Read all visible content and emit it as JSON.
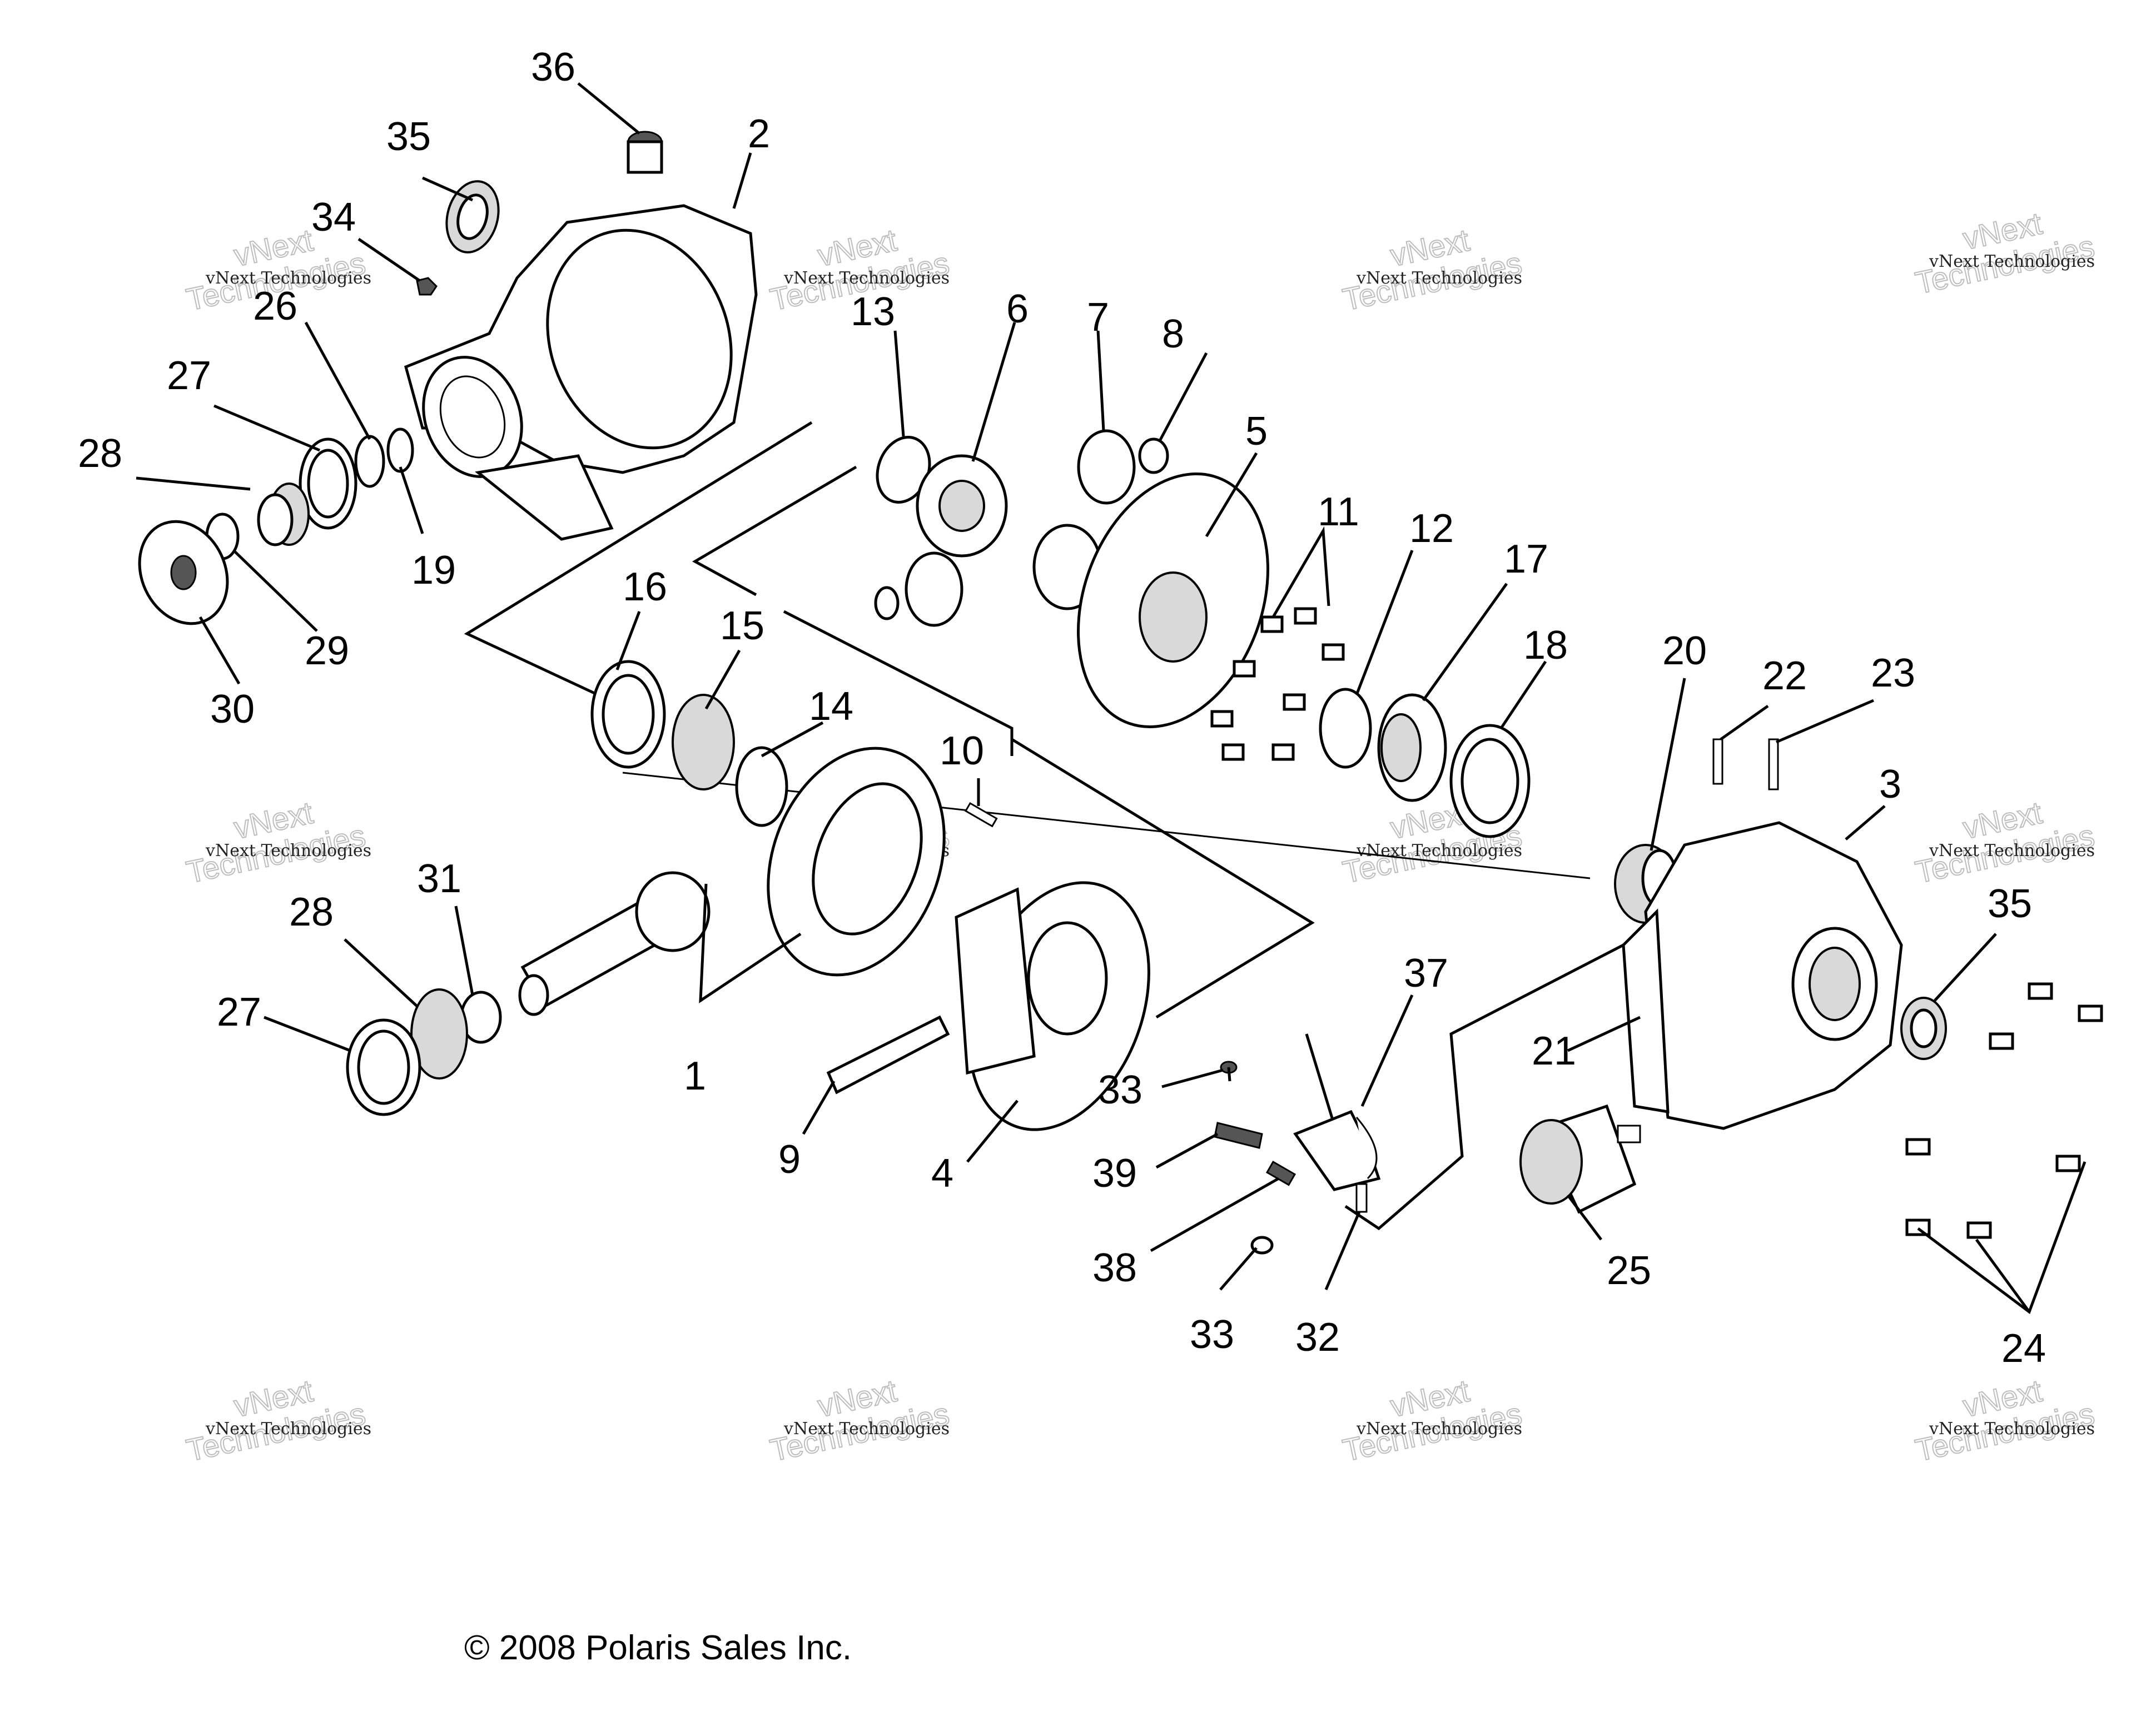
{
  "colors": {
    "line": "#000000",
    "background": "#ffffff",
    "watermark": "#bdbdbd"
  },
  "callouts": [
    {
      "id": "c1",
      "label": "1"
    },
    {
      "id": "c2",
      "label": "2"
    },
    {
      "id": "c3",
      "label": "3"
    },
    {
      "id": "c4",
      "label": "4"
    },
    {
      "id": "c5",
      "label": "5"
    },
    {
      "id": "c6",
      "label": "6"
    },
    {
      "id": "c7",
      "label": "7"
    },
    {
      "id": "c8",
      "label": "8"
    },
    {
      "id": "c9",
      "label": "9"
    },
    {
      "id": "c10",
      "label": "10"
    },
    {
      "id": "c11",
      "label": "11"
    },
    {
      "id": "c12",
      "label": "12"
    },
    {
      "id": "c13",
      "label": "13"
    },
    {
      "id": "c14",
      "label": "14"
    },
    {
      "id": "c15",
      "label": "15"
    },
    {
      "id": "c16",
      "label": "16"
    },
    {
      "id": "c17",
      "label": "17"
    },
    {
      "id": "c18",
      "label": "18"
    },
    {
      "id": "c19",
      "label": "19"
    },
    {
      "id": "c20",
      "label": "20"
    },
    {
      "id": "c21",
      "label": "21"
    },
    {
      "id": "c22",
      "label": "22"
    },
    {
      "id": "c23",
      "label": "23"
    },
    {
      "id": "c24",
      "label": "24"
    },
    {
      "id": "c25",
      "label": "25"
    },
    {
      "id": "c26",
      "label": "26"
    },
    {
      "id": "c27a",
      "label": "27"
    },
    {
      "id": "c27b",
      "label": "27"
    },
    {
      "id": "c28a",
      "label": "28"
    },
    {
      "id": "c28b",
      "label": "28"
    },
    {
      "id": "c29",
      "label": "29"
    },
    {
      "id": "c30",
      "label": "30"
    },
    {
      "id": "c31",
      "label": "31"
    },
    {
      "id": "c32",
      "label": "32"
    },
    {
      "id": "c33a",
      "label": "33"
    },
    {
      "id": "c33b",
      "label": "33"
    },
    {
      "id": "c34",
      "label": "34"
    },
    {
      "id": "c35a",
      "label": "35"
    },
    {
      "id": "c35b",
      "label": "35"
    },
    {
      "id": "c36",
      "label": "36"
    },
    {
      "id": "c37",
      "label": "37"
    },
    {
      "id": "c38",
      "label": "38"
    },
    {
      "id": "c39",
      "label": "39"
    }
  ],
  "watermark": {
    "line1": "vNext",
    "line2": "Technologies",
    "small": "vNext Technologies"
  },
  "copyright": "© 2008 Polaris Sales Inc."
}
